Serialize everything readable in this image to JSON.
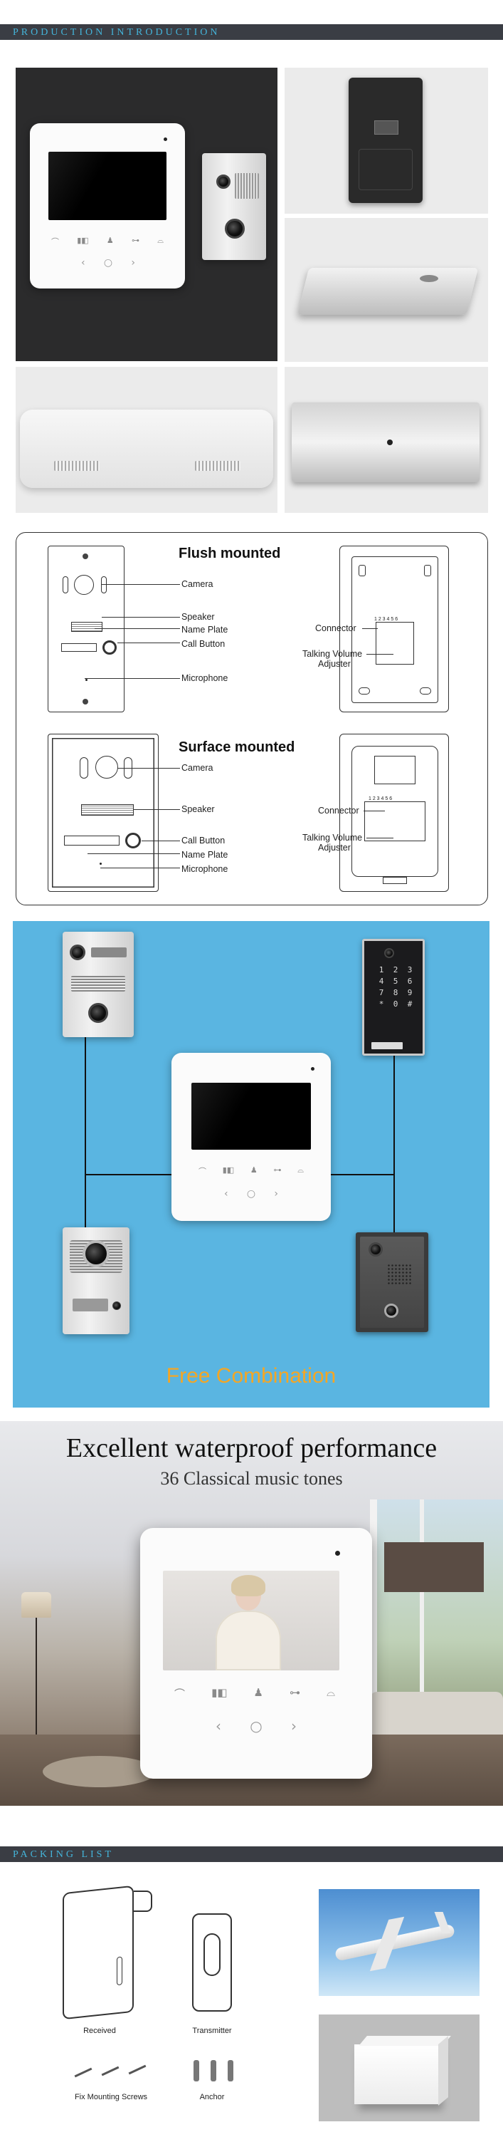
{
  "sections": {
    "production": {
      "title": "PRODUCTION INTRODUCTION"
    },
    "packing": {
      "title": "PACKING LIST"
    }
  },
  "diagram": {
    "flush": {
      "title": "Flush mounted",
      "labels": [
        "Camera",
        "Speaker",
        "Name Plate",
        "Call Button",
        "Microphone"
      ],
      "back_labels": [
        "Connector",
        "Talking Volume",
        "Adjuster"
      ]
    },
    "surface": {
      "title": "Surface mounted",
      "labels": [
        "Camera",
        "Speaker",
        "Call Button",
        "Name Plate",
        "Microphone"
      ],
      "back_labels": [
        "Connector",
        "Talking Volume",
        "Adjuster"
      ]
    },
    "connector_code": "1 2 3 4 5 6"
  },
  "combination": {
    "caption": "Free Combination",
    "keypad": [
      "1",
      "2",
      "3",
      "4",
      "5",
      "6",
      "7",
      "8",
      "9",
      "*",
      "0",
      "#"
    ]
  },
  "waterproof": {
    "title": "Excellent waterproof performance",
    "subtitle": "36 Classical music tones"
  },
  "packing_items": [
    "Received",
    "Transmitter",
    "Fix Mounting Screws",
    "Anchor"
  ],
  "monitor": {
    "key_icons": [
      "⌒",
      "▮◧",
      "♟",
      "⊶",
      "⌓"
    ],
    "nav_icons": [
      "‹",
      "○",
      "›"
    ]
  },
  "colors": {
    "band": "#3a3d44",
    "band_text": "#44b4da",
    "combo_bg": "#5ab5e1",
    "combo_text": "#f5a623"
  }
}
